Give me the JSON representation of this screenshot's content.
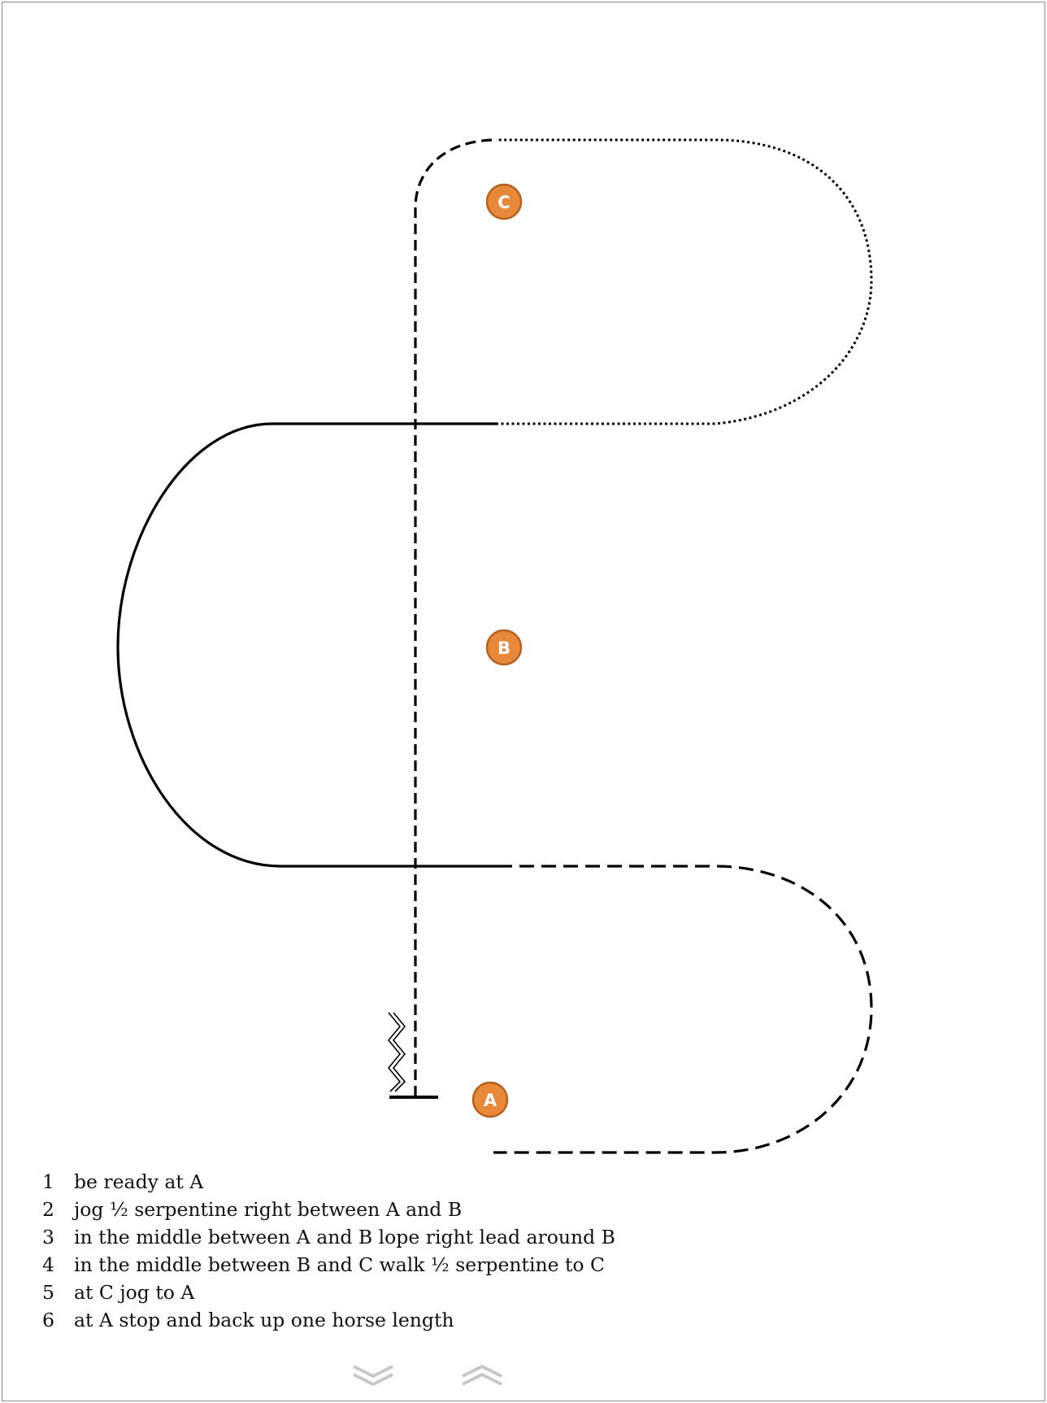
{
  "markers": [
    {
      "id": "A",
      "label": "A"
    },
    {
      "id": "B",
      "label": "B"
    },
    {
      "id": "C",
      "label": "C"
    }
  ],
  "colors": {
    "marker_fill": "#E8893A",
    "marker_ring": "#B8601E",
    "line": "#000000",
    "nav_icon": "#c8c8c8"
  },
  "instructions": [
    {
      "num": "1",
      "text": "be ready at A"
    },
    {
      "num": "2",
      "text": "jog ½ serpentine right between A and B"
    },
    {
      "num": "3",
      "text": "in the middle between A and B lope right lead around B"
    },
    {
      "num": "4",
      "text": "in the middle between B and C walk ½ serpentine to C"
    },
    {
      "num": "5",
      "text": "at C jog to A"
    },
    {
      "num": "6",
      "text": "at A stop and back up one horse length"
    }
  ],
  "nav": {
    "next_icon": "chevron-double-down-icon",
    "prev_icon": "chevron-double-up-icon"
  }
}
